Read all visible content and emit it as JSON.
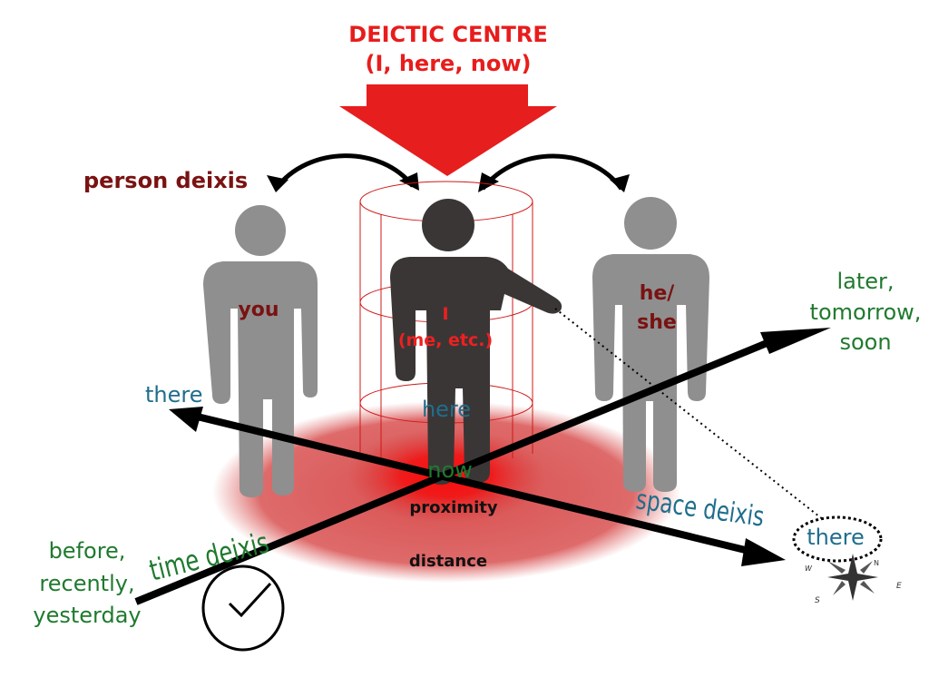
{
  "title": {
    "line1": "DEICTIC CENTRE",
    "line2": "(I, here, now)"
  },
  "person_deixis": {
    "heading": "person deixis",
    "you": "you",
    "i_line1": "I",
    "i_line2": "(me, etc.)",
    "he_line1": "he/",
    "he_line2": "she"
  },
  "space": {
    "here": "here",
    "there_left": "there",
    "there_right": "there",
    "deixis_label": "space deixis",
    "proximity": "proximity",
    "distance": "distance"
  },
  "time": {
    "now": "now",
    "deixis_label": "time deixis",
    "past_line1": "before,",
    "past_line2": "recently,",
    "past_line3": "yesterday",
    "future_line1": "later,",
    "future_line2": "tomorrow,",
    "future_line3": "soon"
  },
  "compass": {
    "n": "N",
    "e": "E",
    "s": "S",
    "w": "W"
  },
  "colors": {
    "title_red": "#e81c1c",
    "dark_red": "#7a1212",
    "blue": "#1f6e8c",
    "green": "#1f7a2e",
    "grey_figure": "#8f8f8f",
    "dark_figure": "#3a3636",
    "glow": "#d9302f"
  }
}
